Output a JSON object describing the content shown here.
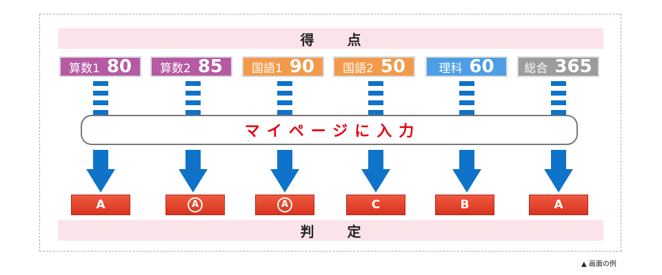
{
  "header_label": "得　点",
  "footer_label": "判　定",
  "input_label": "マイページに入力",
  "caption": "▲ 画面の例",
  "scores": [
    {
      "subject": "算数1",
      "value": "80",
      "color": "#b55aa3"
    },
    {
      "subject": "算数2",
      "value": "85",
      "color": "#b55aa3"
    },
    {
      "subject": "国語1",
      "value": "90",
      "color": "#f29a4a"
    },
    {
      "subject": "国語2",
      "value": "50",
      "color": "#f29a4a"
    },
    {
      "subject": "理科",
      "value": "60",
      "color": "#4d9ee6"
    },
    {
      "subject": "総合",
      "value": "365",
      "color": "#9c9c9c"
    }
  ],
  "grades": [
    {
      "label": "A",
      "circled": false
    },
    {
      "label": "A",
      "circled": true
    },
    {
      "label": "A",
      "circled": true
    },
    {
      "label": "C",
      "circled": false
    },
    {
      "label": "B",
      "circled": false
    },
    {
      "label": "A",
      "circled": false
    }
  ],
  "arrow_color": "#0e73c9"
}
